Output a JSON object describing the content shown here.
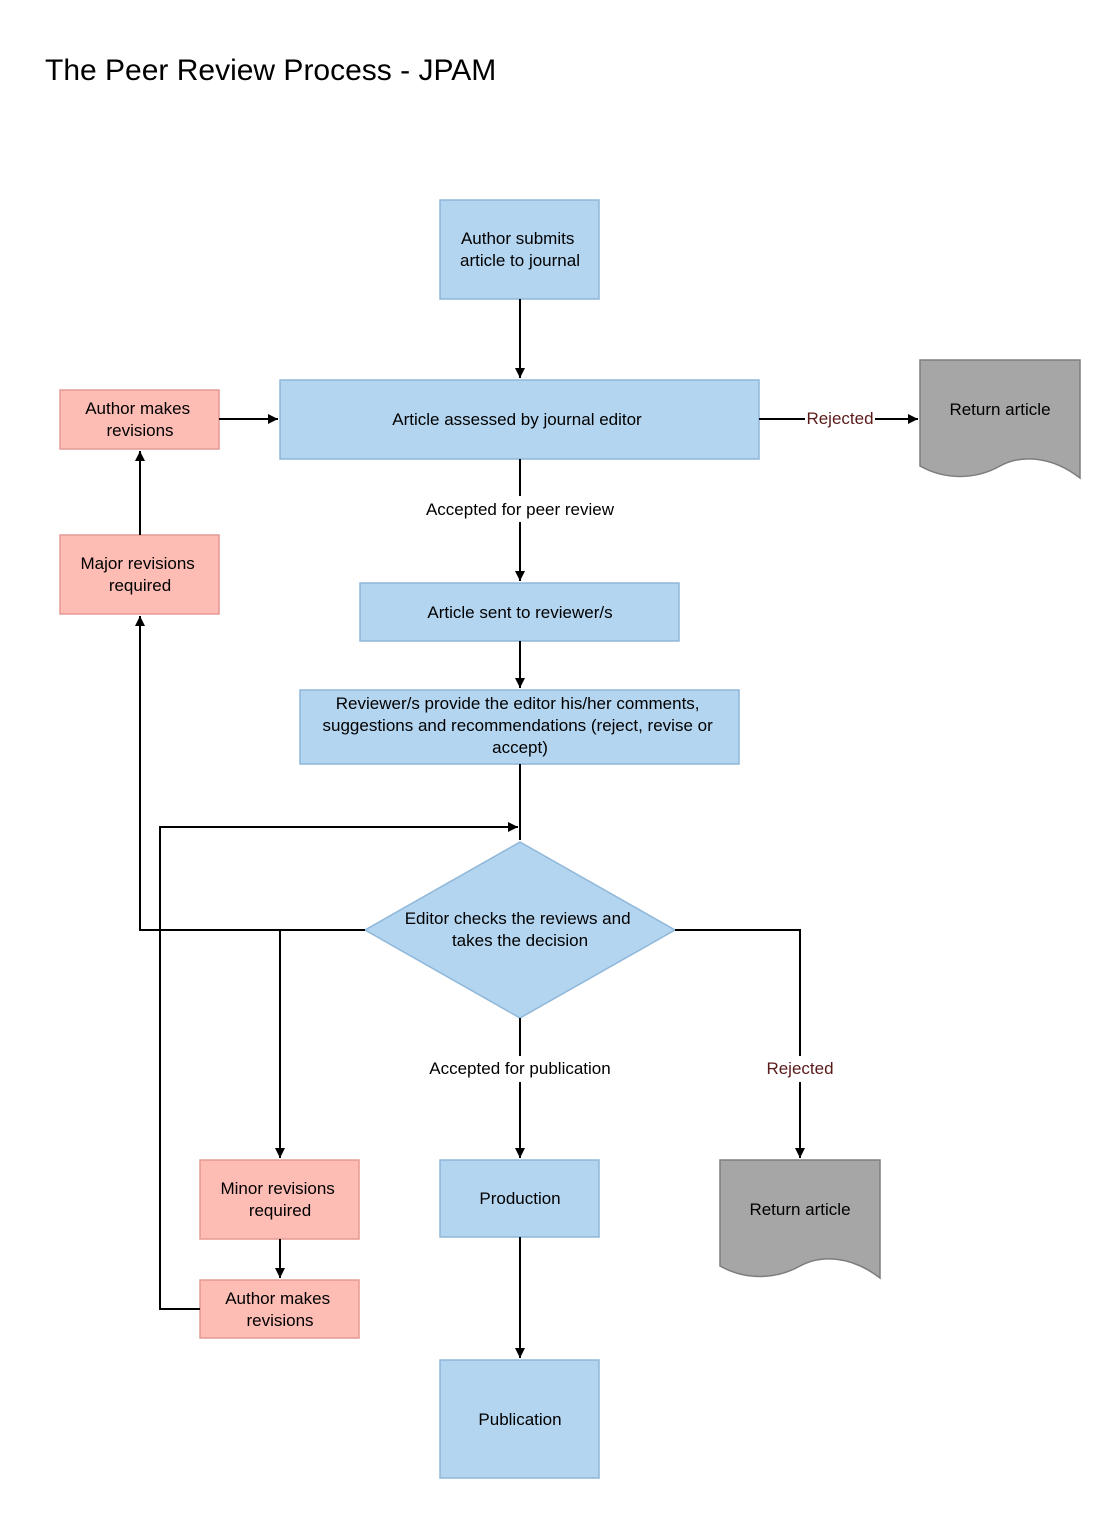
{
  "title": "The Peer Review Process - JPAM",
  "colors": {
    "blue_fill": "#b3d5f0",
    "blue_stroke": "#8fb7d9",
    "pink_fill": "#fdbcb4",
    "pink_stroke": "#e49a92",
    "gray_fill": "#a6a6a6",
    "gray_stroke": "#7d7d7d",
    "line": "#000000"
  },
  "nodes": {
    "submit": [
      "Author submits",
      "article to journal"
    ],
    "assess": [
      "Article assessed by journal editor"
    ],
    "return_top": [
      "Return article"
    ],
    "author_rev_top": [
      "Author makes",
      "revisions"
    ],
    "major": [
      "Major revisions",
      "required"
    ],
    "sent": [
      "Article sent to reviewer/s"
    ],
    "reviewers": [
      "Reviewer/s provide the editor his/her comments,",
      "suggestions and recommendations (reject, revise or",
      "accept)"
    ],
    "decision": [
      "Editor checks the reviews and",
      "takes the decision"
    ],
    "minor": [
      "Minor revisions",
      "required"
    ],
    "author_rev_bottom": [
      "Author makes",
      "revisions"
    ],
    "production": [
      "Production"
    ],
    "return_bottom": [
      "Return article"
    ],
    "publication": [
      "Publication"
    ]
  },
  "edges": {
    "rejected_top": "Rejected",
    "accepted_peer": "Accepted for peer review",
    "accepted_pub": "Accepted for publication",
    "rejected_bottom": "Rejected"
  }
}
